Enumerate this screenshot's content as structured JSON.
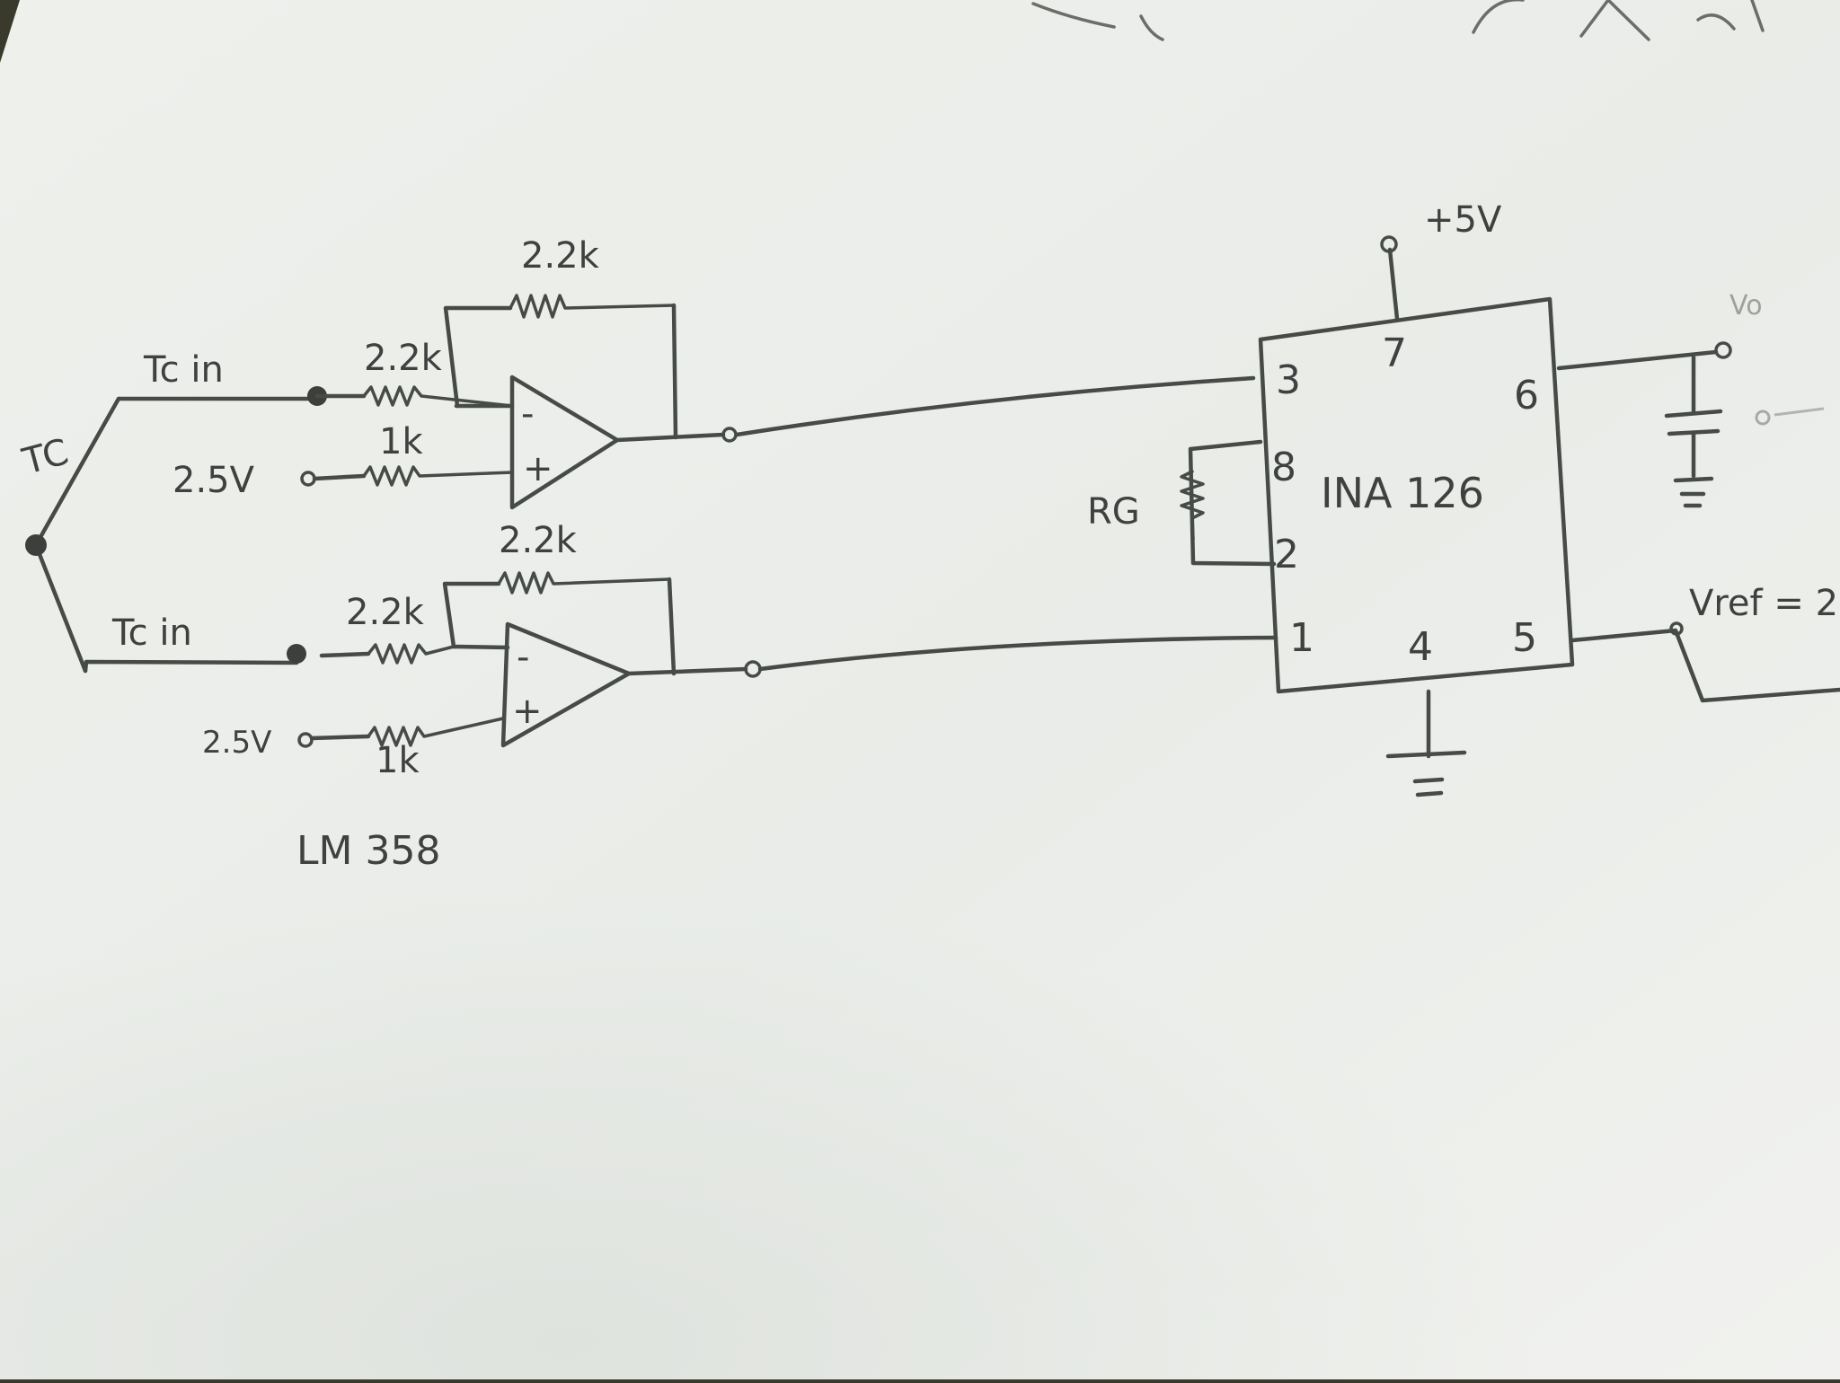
{
  "thermocouple": {
    "label": "TC"
  },
  "amp1": {
    "input_label": "Tc in",
    "input_resistor": "2.2k",
    "feedback_resistor": "2.2k",
    "bias_voltage": "2.5V",
    "bias_resistor": "1k",
    "minus_sign": "-",
    "plus_sign": "+"
  },
  "amp2": {
    "input_label": "Tc in",
    "input_resistor": "2.2k",
    "feedback_resistor": "2.2k",
    "bias_voltage": "2.5V",
    "bias_resistor": "1k",
    "minus_sign": "-",
    "plus_sign": "+"
  },
  "opamp_part": "LM 358",
  "ina": {
    "name": "INA 126",
    "supply": "+5V",
    "gain_resistor": "RG",
    "pins": {
      "p3": "3",
      "p7": "7",
      "p6": "6",
      "p8": "8",
      "p2": "2",
      "p1": "1",
      "p4": "4",
      "p5": "5"
    },
    "output_label": "Vo",
    "vref_label": "Vref = 2"
  }
}
